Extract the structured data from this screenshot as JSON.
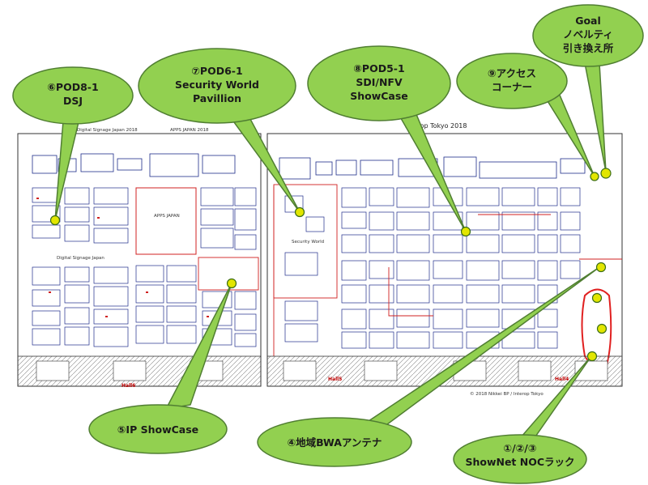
{
  "map": {
    "header_left": [
      "Digital Signage Japan 2018",
      "APPS JAPAN 2018"
    ],
    "header_right": "Interop Tokyo 2018",
    "area_apps": "APPS JAPAN",
    "area_dsj": "Digital Signage Japan",
    "area_security": "Security World",
    "halls": [
      "Hall6",
      "Hall5",
      "Hall4"
    ],
    "footer_note": "© 2018 Nikkei BP / Interop Tokyo"
  },
  "callouts": [
    {
      "id": "pod8-1",
      "lines": [
        "⑥POD8-1",
        "DSJ"
      ]
    },
    {
      "id": "pod6-1",
      "lines": [
        "⑦POD6-1",
        "Security World",
        "Pavillion"
      ]
    },
    {
      "id": "pod5-1",
      "lines": [
        "⑧POD5-1",
        "SDI/NFV",
        "ShowCase"
      ]
    },
    {
      "id": "access-corner",
      "lines": [
        "⑨アクセス",
        "コーナー"
      ]
    },
    {
      "id": "goal",
      "lines": [
        "Goal",
        "ノベルティ",
        "引き換え所"
      ]
    },
    {
      "id": "ip-showcase",
      "lines": [
        "⑤IP ShowCase"
      ]
    },
    {
      "id": "bwa-antenna",
      "lines": [
        "④地域BWAアンテナ"
      ]
    },
    {
      "id": "shownet-noc",
      "lines": [
        "①/②/③",
        "ShowNet NOCラック"
      ]
    }
  ],
  "colors": {
    "callout_fill": "#92d050",
    "callout_stroke": "#507e32",
    "marker_fill": "#e2e600",
    "marker_stroke": "#3c6e16",
    "booth_stroke": "#1f2d8a",
    "route_stroke": "#e02020"
  }
}
